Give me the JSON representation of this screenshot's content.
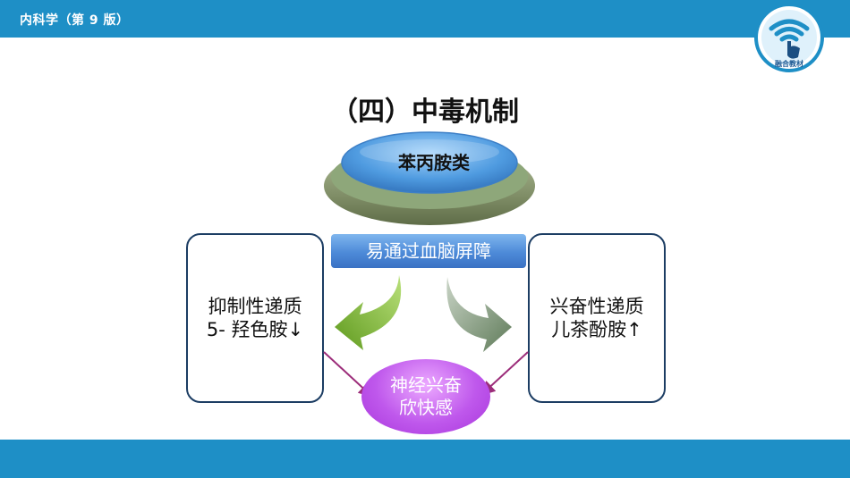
{
  "header": {
    "book_title": "内科学（第 9 版）",
    "logo_text": "融合教材"
  },
  "slide": {
    "title_paren": "（四）",
    "title_main": "中毒机制",
    "center_label": "苯丙胺类",
    "bbb_label": "易通过血脑屏障",
    "left_box": {
      "line1": "抑制性递质",
      "line2": "5- 羟色胺↓"
    },
    "right_box": {
      "line1": "兴奋性递质",
      "line2": "儿茶酚胺↑"
    },
    "effect": {
      "line1": "神经兴奋",
      "line2": "欣快感"
    }
  },
  "colors": {
    "brand_blue": "#1e8fc6",
    "box_border": "#1c3d63",
    "effect_purple": "#b848e6",
    "arrow_green": "#7bb02e",
    "arrow_gray": "#6f8a6a"
  }
}
